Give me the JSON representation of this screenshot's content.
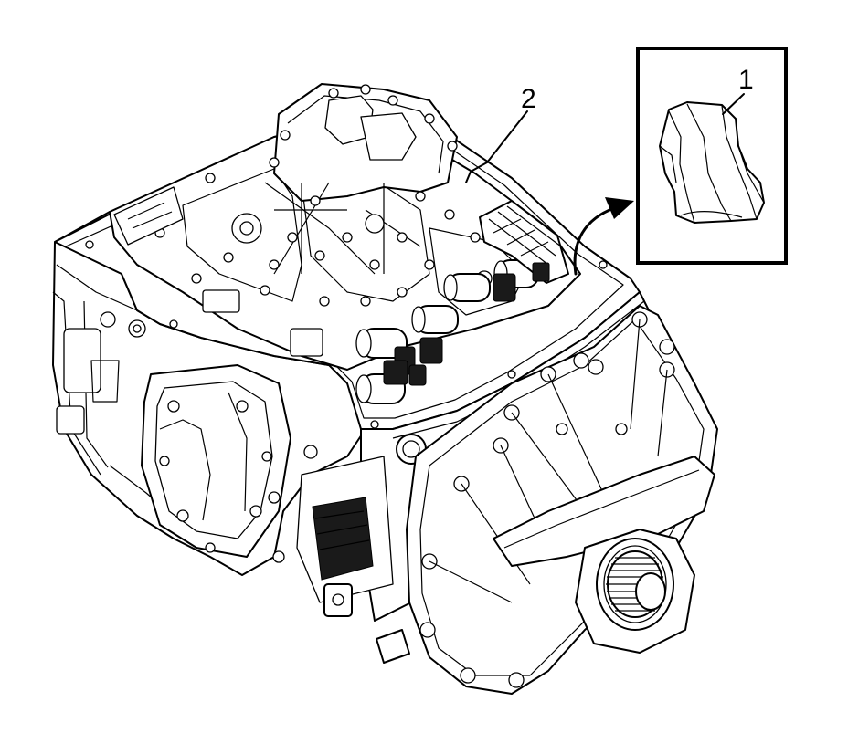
{
  "figure": {
    "callouts": [
      {
        "label": "1",
        "refers_to": "shop-cloth"
      },
      {
        "label": "2",
        "refers_to": "transmission-case-opening"
      }
    ],
    "inset_icon": "cloth-icon",
    "arrow_icon": "curved-arrow-icon"
  }
}
